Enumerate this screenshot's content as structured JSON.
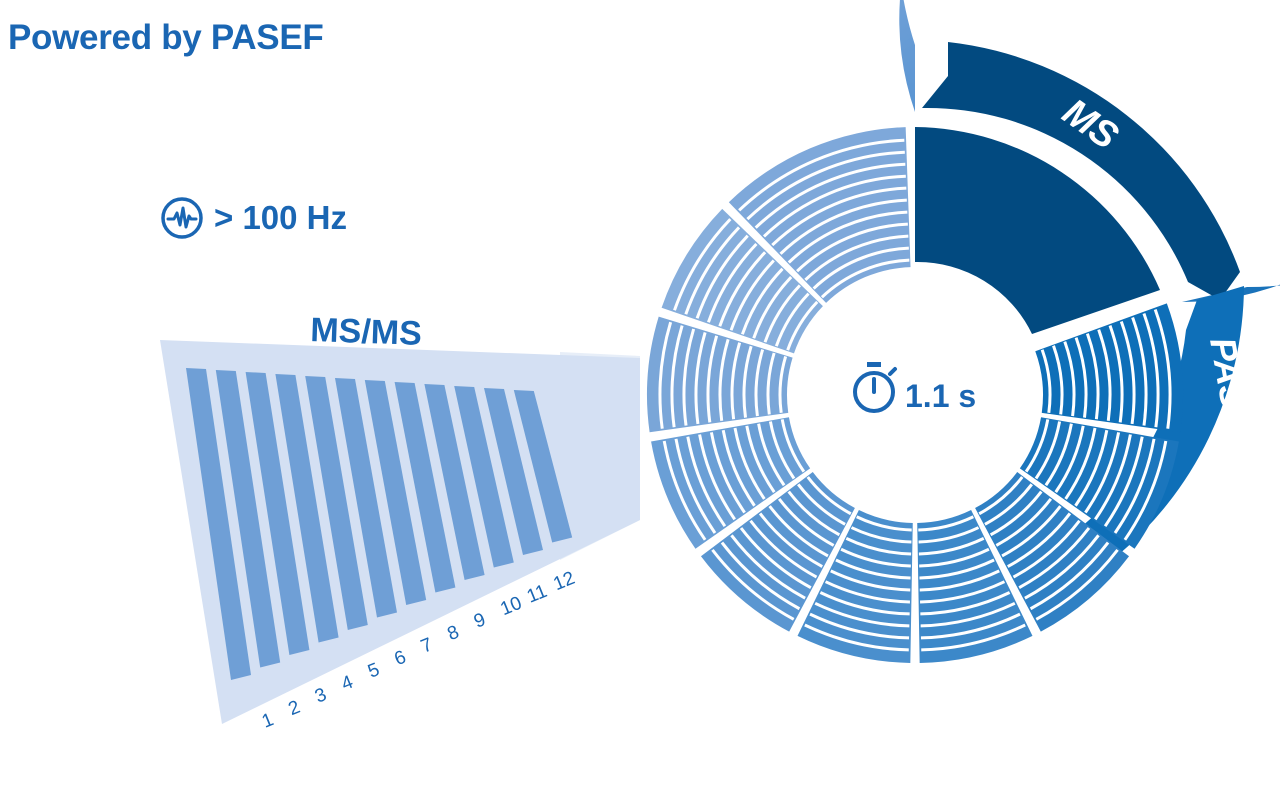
{
  "header": {
    "title": "Powered by PASEF"
  },
  "frequency": {
    "text": "> 100 Hz",
    "icon": "pulse-icon"
  },
  "cycle": {
    "duration_text": "1.1 s",
    "timer_icon": "stopwatch-icon",
    "ms_label": "MS",
    "pasef_label": "PASEF",
    "pasef_scan_count": 10
  },
  "msms": {
    "label": "MS/MS",
    "slot_numbers": [
      "1",
      "2",
      "3",
      "4",
      "5",
      "6",
      "7",
      "8",
      "9",
      "10",
      "11",
      "12"
    ]
  },
  "colors": {
    "title_blue": "#1a66b3",
    "ms_dark": "#024a80",
    "pasef_blue": "#0e6fb8",
    "arc_light": "#8fb0db",
    "bars_medium": "#6f9fd6",
    "panel_light": "#d4e0f3"
  }
}
